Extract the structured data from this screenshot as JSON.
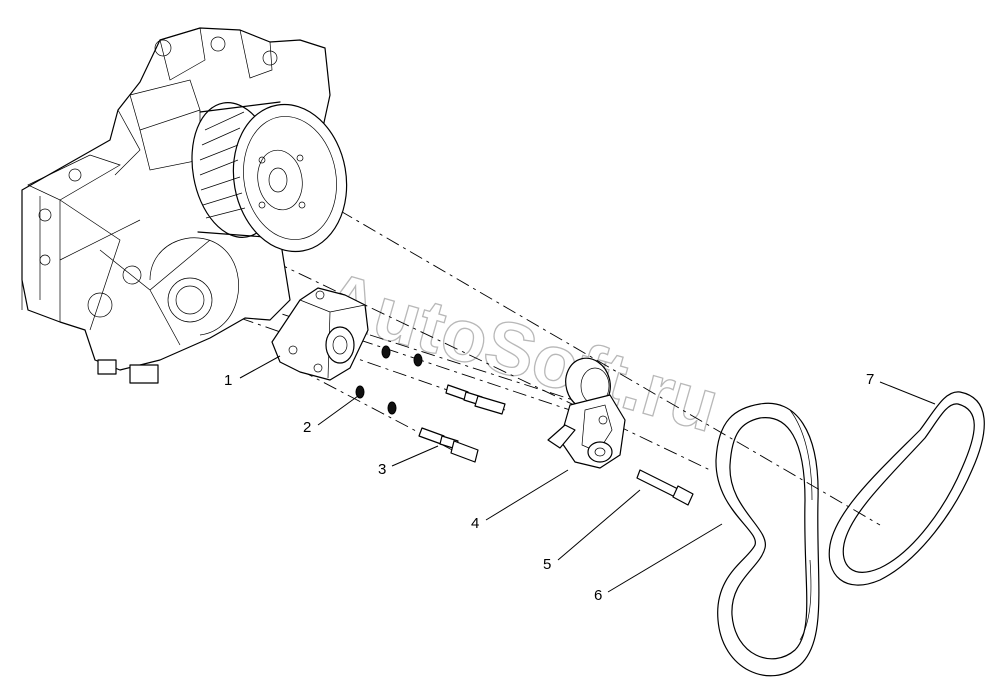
{
  "watermark": "AutoSoft.ru",
  "callouts": [
    {
      "id": "1",
      "label": "1"
    },
    {
      "id": "2",
      "label": "2"
    },
    {
      "id": "3",
      "label": "3"
    },
    {
      "id": "4",
      "label": "4"
    },
    {
      "id": "5",
      "label": "5"
    },
    {
      "id": "6",
      "label": "6"
    },
    {
      "id": "7",
      "label": "7"
    }
  ]
}
